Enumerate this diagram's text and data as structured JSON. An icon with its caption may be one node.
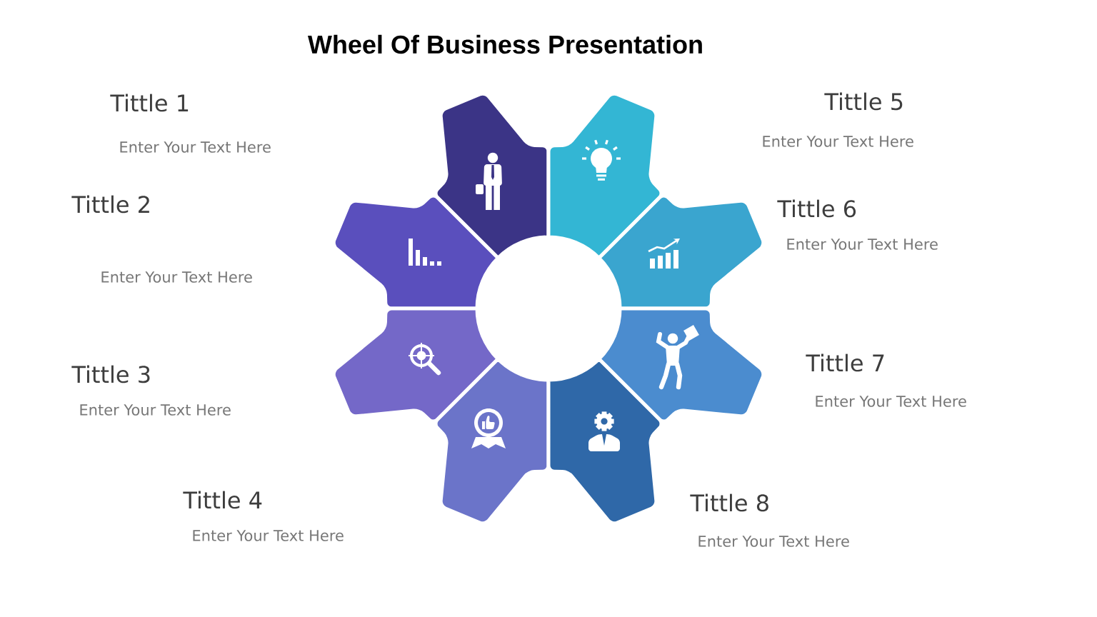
{
  "diagram": {
    "title": "Wheel Of Business Presentation",
    "nodes": [
      {
        "text": [],
        "shape": "box",
        "beside": [
          "Tittle 1",
          "Enter Your Text Here"
        ]
      },
      {
        "text": [],
        "shape": "box",
        "beside": [
          "Tittle 2",
          "Enter Your Text Here"
        ]
      },
      {
        "text": [],
        "shape": "box",
        "beside": [
          "Tittle 3",
          "Enter Your Text Here"
        ]
      },
      {
        "text": [],
        "shape": "box",
        "beside": [
          "Tittle 4",
          "Enter Your Text Here"
        ]
      },
      {
        "text": [],
        "shape": "box",
        "beside": [
          "Tittle 5",
          "Enter Your Text Here"
        ]
      },
      {
        "text": [],
        "shape": "box",
        "beside": [
          "Tittle 6",
          "Enter Your Text Here"
        ]
      },
      {
        "text": [],
        "shape": "box",
        "beside": [
          "Tittle 7",
          "Enter Your Text Here"
        ]
      },
      {
        "text": [],
        "shape": "box",
        "beside": [
          "Tittle 8",
          "Enter Your Text Here"
        ]
      }
    ]
  }
}
